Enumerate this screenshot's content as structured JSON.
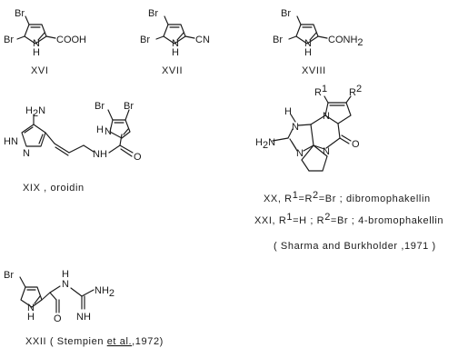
{
  "atoms": {
    "br": "Br",
    "h": "H",
    "n": "N",
    "nh": "NH",
    "hn": "HN",
    "o": "O",
    "cooh": "COOH",
    "cn": "CN",
    "conh2": "CONH",
    "two": "2",
    "h2n": "H",
    "nh2": "NH",
    "r": "R",
    "one": "1"
  },
  "compounds": {
    "xvi": {
      "label": "XVI"
    },
    "xvii": {
      "label": "XVII"
    },
    "xviii": {
      "label": "XVIII"
    },
    "xix": {
      "label": "XIX , oroidin"
    },
    "xx": {
      "label_pre": "XX, R",
      "label_mid": "=R",
      "label_post": "=Br ; dibromophakellin"
    },
    "xxi": {
      "label_pre": "XXI, R",
      "label_mid": "=H ; R",
      "label_post": "=Br ; 4-bromophakellin"
    },
    "xxii": {
      "label": "XXII ( Stempien",
      "label_et": "et al.",
      "label_end": ",1972)"
    }
  },
  "citation_1971": "( Sharma and Burkholder ,1971 )"
}
